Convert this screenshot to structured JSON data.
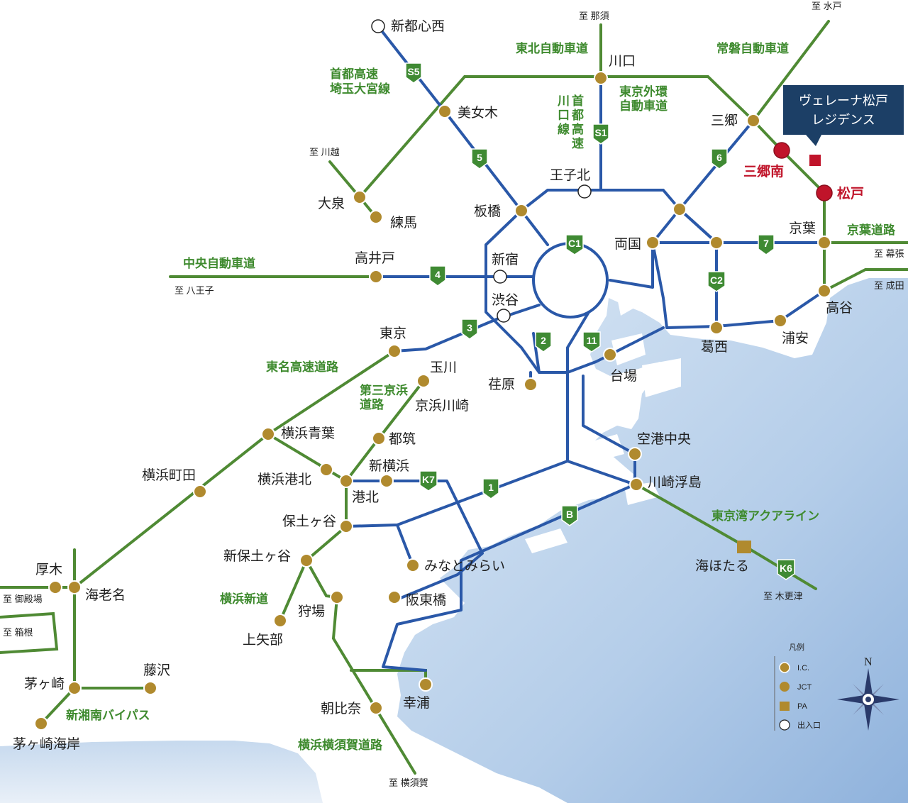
{
  "colors": {
    "expressway": "#2a58a8",
    "national_road": "#4f8a34",
    "ic": "#b08a2e",
    "label_green": "#3e8a2e",
    "highlight": "#c0142a",
    "callout_bg": "#1c3f66",
    "sea": "#a9c6e6"
  },
  "callout": {
    "line1": "ヴェレーナ松戸",
    "line2": "レジデンス"
  },
  "highlight_stations": {
    "misato_minami": "三郷南",
    "matsudo": "松戸"
  },
  "places": {
    "shintoshin_nishi": "新都心西",
    "bijogi": "美女木",
    "kawaguchi": "川口",
    "misato": "三郷",
    "ojikita": "王子北",
    "itabashi": "板橋",
    "oizumi": "大泉",
    "nerima": "練馬",
    "ryogoku": "両国",
    "keiyo": "京葉",
    "takaido": "高井戸",
    "shinjuku": "新宿",
    "shibuya": "渋谷",
    "koya": "高谷",
    "urayasu": "浦安",
    "kasai": "葛西",
    "tokyo": "東京",
    "daiba": "台場",
    "ebara": "荏原",
    "tamagawa": "玉川",
    "keihin_kawasaki": "京浜川崎",
    "tsuzuki": "都筑",
    "yokohama_aoba": "横浜青葉",
    "shin_yokohama": "新横浜",
    "kuko_chuo": "空港中央",
    "yokohama_kohoku": "横浜港北",
    "kohoku": "港北",
    "kawasaki_ukishima": "川崎浮島",
    "yokohama_machida": "横浜町田",
    "hodogaya": "保土ヶ谷",
    "umihotaru": "海ほたる",
    "shin_hodogaya": "新保土ヶ谷",
    "minatomirai": "みなとみらい",
    "atsugi": "厚木",
    "ebina": "海老名",
    "karibe": "狩場",
    "hanshinbashi": "阪東橋",
    "kamiyabe": "上矢部",
    "fujisawa": "藤沢",
    "chigasaki": "茅ヶ崎",
    "asahina": "朝比奈",
    "sachiura": "幸浦",
    "chigasaki_kaigan": "茅ヶ崎海岸"
  },
  "roads": {
    "tohoku": "東北自動車道",
    "joban": "常磐自動車道",
    "saitama_omiya_1": "首都高速",
    "saitama_omiya_2": "埼玉大宮線",
    "gaikan_1": "東京外環",
    "gaikan_2": "自動車道",
    "keiyo_road": "京葉道路",
    "chuo": "中央自動車道",
    "tomei": "東名高速道路",
    "daisan_keihin_1": "第三京浜",
    "daisan_keihin_2": "道路",
    "aqualine": "東京湾アクアライン",
    "yokohama_shindo": "横浜新道",
    "shinshonan": "新湘南バイパス",
    "yokoyoko": "横浜横須賀道路",
    "kawaguchi_line": "川口線首都高速"
  },
  "destinations": {
    "nasu": "至 那須",
    "mito": "至 水戸",
    "kawagoe": "至 川越",
    "makuhari": "至 幕張",
    "narita": "至 成田",
    "hachioji": "至 八王子",
    "kisarazu": "至 木更津",
    "gotemba": "至 御殿場",
    "hakone": "至 箱根",
    "yokosuka": "至 横須賀"
  },
  "shields": [
    "S5",
    "S1",
    "5",
    "6",
    "C1",
    "7",
    "4",
    "C2",
    "3",
    "2",
    "11",
    "K7",
    "1",
    "B",
    "K6"
  ],
  "legend": {
    "title": "凡例",
    "ic": "I.C.",
    "jct": "JCT",
    "pa": "PA",
    "entrance": "出入口"
  },
  "compass": {
    "north": "N"
  }
}
